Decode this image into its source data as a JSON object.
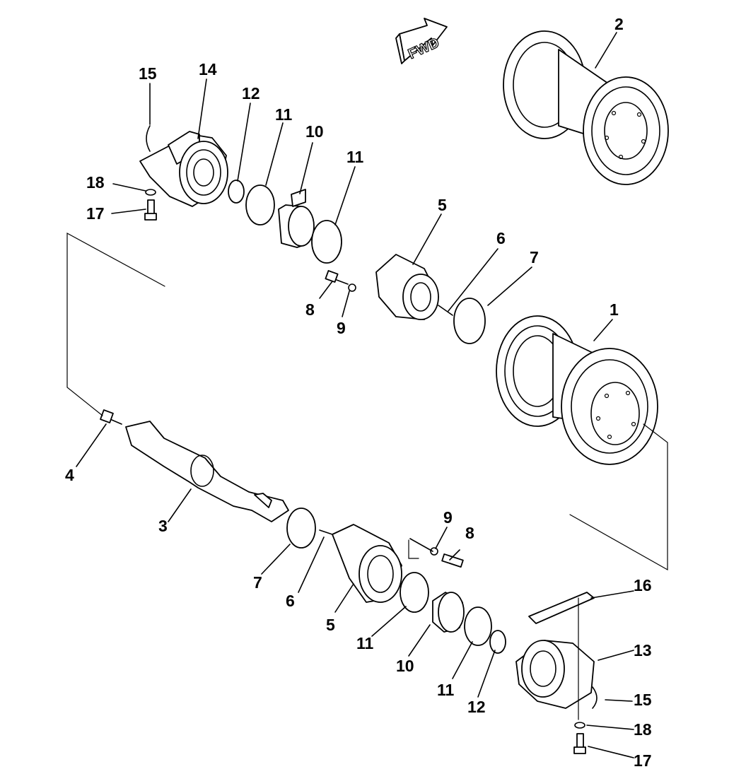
{
  "direction_marker": "FWD",
  "callouts": {
    "c1": "1",
    "c2": "2",
    "c3": "3",
    "c4": "4",
    "c5_top": "5",
    "c5_bottom": "5",
    "c6_top": "6",
    "c6_bottom": "6",
    "c7_top": "7",
    "c7_bottom": "7",
    "c8_top": "8",
    "c8_bottom": "8",
    "c9_top": "9",
    "c9_bottom": "9",
    "c10_top": "10",
    "c10_bottom": "10",
    "c11_top_a": "11",
    "c11_top_b": "11",
    "c11_bottom_a": "11",
    "c11_bottom_b": "11",
    "c12_top": "12",
    "c12_bottom": "12",
    "c13": "13",
    "c14": "14",
    "c15_top": "15",
    "c15_bottom": "15",
    "c16": "16",
    "c17_top": "17",
    "c17_bottom": "17",
    "c18_top": "18",
    "c18_bottom": "18"
  }
}
